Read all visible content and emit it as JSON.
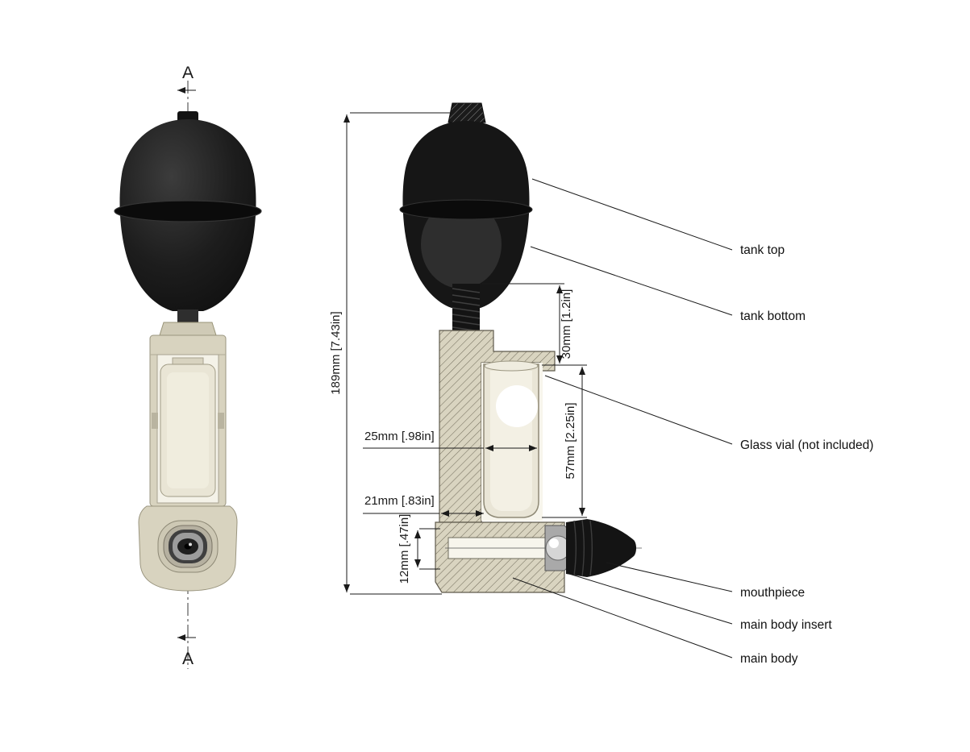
{
  "section_view": {
    "marker": "A"
  },
  "dimensions": {
    "overall_height": "189mm [7.43in]",
    "tank_neck_height": "30mm [1.2in]",
    "vial_height": "57mm [2.25in]",
    "vial_width": "25mm [.98in]",
    "body_width": "21mm [.83in]",
    "mouthpiece_height": "12mm [.47in]"
  },
  "part_labels": {
    "tank_top": "tank top",
    "tank_bottom": "tank bottom",
    "glass_vial": "Glass vial (not included)",
    "mouthpiece": "mouthpiece",
    "main_body_insert": "main body insert",
    "main_body": "main body"
  }
}
